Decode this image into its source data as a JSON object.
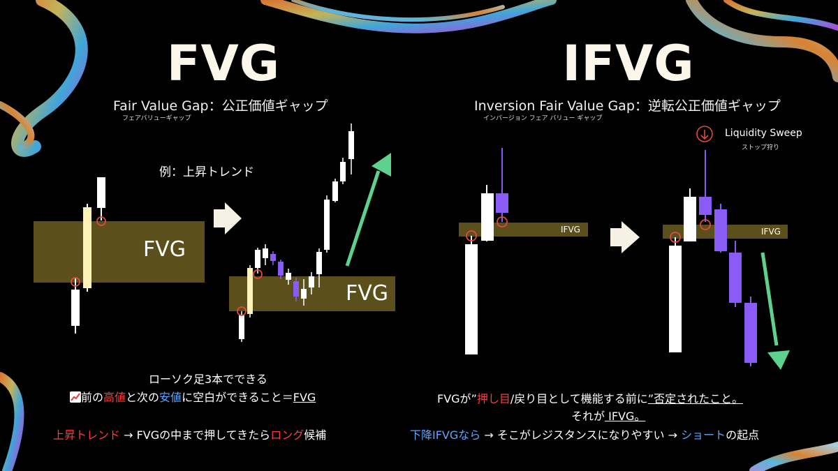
{
  "left": {
    "title": "FVG",
    "subtitle": "Fair Value Gap：公正価値ギャップ",
    "ruby": "フェアバリューギャップ",
    "example": "例：上昇トレンド",
    "zone_label_big": "FVG",
    "zone_label_right": "FVG",
    "line1": "ローソク足3本でできる",
    "line2": {
      "icon": "chart-up-icon",
      "a": "前の",
      "b": "高値",
      "c": "と次の",
      "d": "安値",
      "e": "に空白ができること＝",
      "f": "FVG"
    },
    "line3": {
      "a": "上昇トレンド",
      "b": " → FVGの中まで押してきたら",
      "c": "ロング",
      "d": "候補"
    }
  },
  "right": {
    "title": "IFVG",
    "subtitle": "Inversion Fair Value Gap：逆転公正価値ギャップ",
    "ruby": "インバージョン フェア バリュー ギャップ",
    "sweep_label": "Liquidity Sweep",
    "sweep_ruby": "ストップ狩り",
    "sweep_icon": "arrow-down-circle-icon",
    "zone_label_a": "IFVG",
    "zone_label_b": "IFVG",
    "line1": {
      "a": "FVGが",
      "b": "”",
      "c": "押し目",
      "d": "/戻り目として機能する前に",
      "e": "”否定されたこと。"
    },
    "line2": {
      "a": "それが",
      "b": " IFVG。"
    },
    "line3": {
      "a": "下降IFVGなら",
      "b": " → そこがレジスタンスになりやすい → ",
      "c": "ショート",
      "d": "の起点"
    }
  },
  "colors": {
    "zone": "#5b4f1c",
    "bull": "#ffffff",
    "bear": "#8a5cf6",
    "highlight": "#fff2b8",
    "circle": "#e24b3b",
    "arrow": "#5fd18f",
    "chevron": "#f6f1e4",
    "red_text": "#ff3b3b",
    "blue_text": "#5aa7ff"
  }
}
